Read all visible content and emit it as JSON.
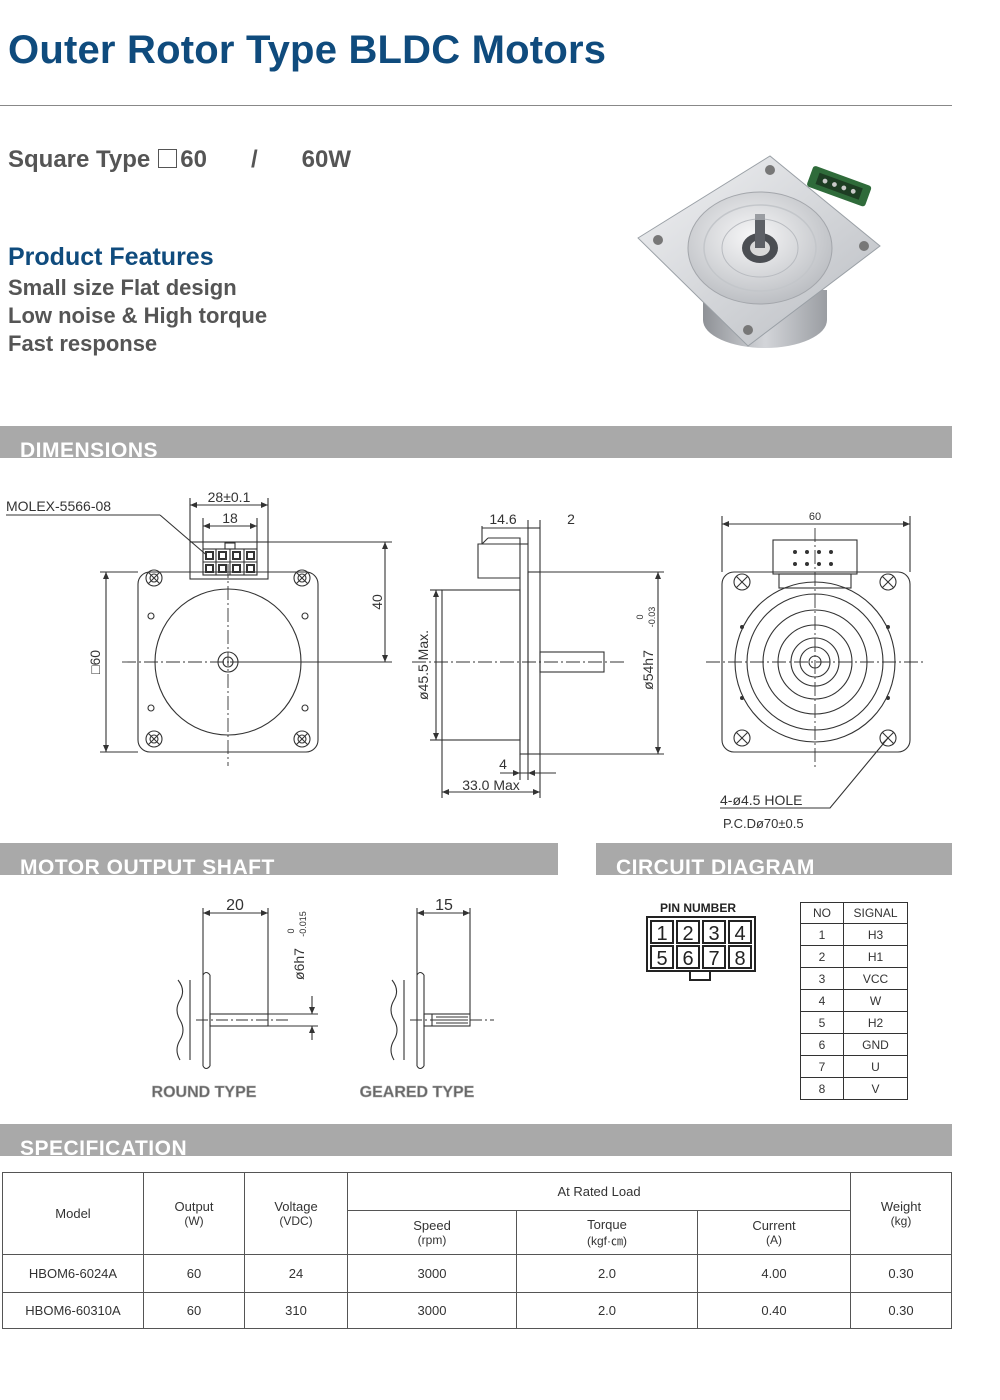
{
  "header": {
    "title": "Outer Rotor Type BLDC Motors"
  },
  "subtitle": {
    "prefix": "Square Type",
    "size": "60",
    "separator": "/",
    "power": "60W"
  },
  "features": {
    "heading": "Product Features",
    "items": [
      "Small size Flat design",
      "Low noise & High torque",
      "Fast response"
    ]
  },
  "sections": {
    "dimensions": "DIMENSIONS",
    "shaft": "MOTOR OUTPUT SHAFT",
    "circuit": "CIRCUIT DIAGRAM",
    "spec": "SPECIFICATION"
  },
  "dimensions": {
    "connector": "MOLEX-5566-08",
    "width_conn": "28±0.1",
    "conn_inner": "18",
    "height_40": "40",
    "square": "□60",
    "side_14": "14.6",
    "side_2": "2",
    "dia_body": "ø45.5 Max.",
    "dia_pilot": "ø54h7",
    "pilot_tol_upper": "0",
    "pilot_tol_lower": "-0.03",
    "side_4": "4",
    "length": "33.0 Max",
    "back_width": "60",
    "holes": "4-ø4.5 HOLE",
    "pcd": "P.C.Dø70±0.5"
  },
  "shaft": {
    "round_length": "20",
    "geared_length": "15",
    "shaft_dia": "ø6h7",
    "tol_upper": "0",
    "tol_lower": "-0.015",
    "round_label": "ROUND TYPE",
    "geared_label": "GEARED TYPE"
  },
  "circuit": {
    "pin_title": "PIN NUMBER",
    "pins": [
      "1",
      "2",
      "3",
      "4",
      "5",
      "6",
      "7",
      "8"
    ],
    "col_no": "NO",
    "col_signal": "SIGNAL",
    "rows": [
      {
        "no": "1",
        "signal": "H3"
      },
      {
        "no": "2",
        "signal": "H1"
      },
      {
        "no": "3",
        "signal": "VCC"
      },
      {
        "no": "4",
        "signal": "W"
      },
      {
        "no": "5",
        "signal": "H2"
      },
      {
        "no": "6",
        "signal": "GND"
      },
      {
        "no": "7",
        "signal": "U"
      },
      {
        "no": "8",
        "signal": "V"
      }
    ]
  },
  "spec": {
    "h_model": "Model",
    "h_output": "Output",
    "h_output_unit": "(W)",
    "h_voltage": "Voltage",
    "h_voltage_unit": "(VDC)",
    "h_rated": "At Rated Load",
    "h_speed": "Speed",
    "h_speed_unit": "(rpm)",
    "h_torque": "Torque",
    "h_torque_unit": "(kgf·㎝)",
    "h_current": "Current",
    "h_current_unit": "(A)",
    "h_weight": "Weight",
    "h_weight_unit": "(kg)",
    "rows": [
      {
        "model": "HBOM6-6024A",
        "output": "60",
        "voltage": "24",
        "speed": "3000",
        "torque": "2.0",
        "current": "4.00",
        "weight": "0.30"
      },
      {
        "model": "HBOM6-60310A",
        "output": "60",
        "voltage": "310",
        "speed": "3000",
        "torque": "2.0",
        "current": "0.40",
        "weight": "0.30"
      }
    ]
  }
}
